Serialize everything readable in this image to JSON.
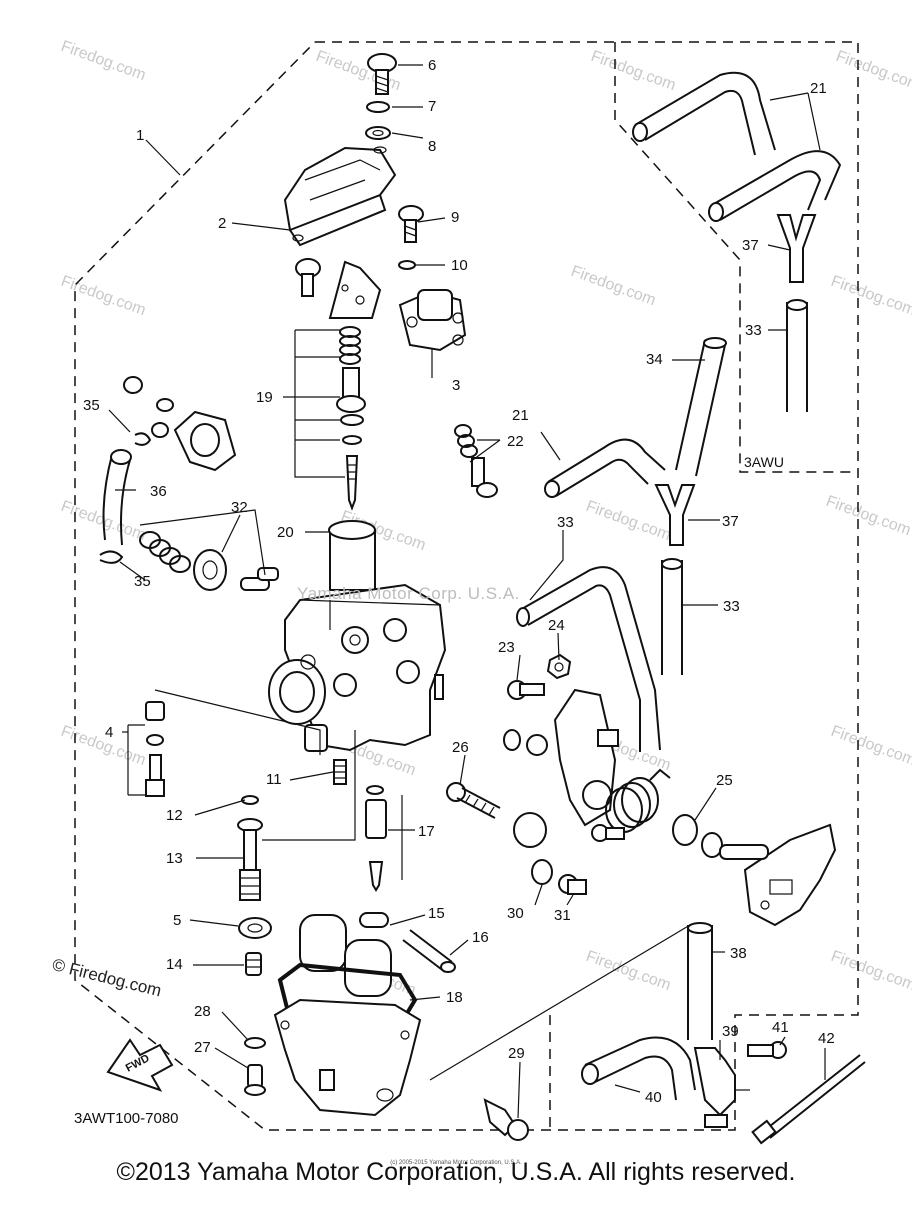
{
  "diagram": {
    "title_code": "3AWT100-7080",
    "inset_label": "3AWU",
    "fwd_label": "FWD",
    "watermark": "Firedog.com",
    "firedog_mark": "© Firedog.com",
    "center_watermark": "Yamaha Motor Corp. U.S.A.",
    "footer": "©2013 Yamaha Motor Corporation, U.S.A. All rights reserved.",
    "footer_small": "(c) 2005-2015 Yamaha Motor Corporation, U.S.A.",
    "callouts": [
      "1",
      "2",
      "3",
      "4",
      "5",
      "6",
      "7",
      "8",
      "9",
      "10",
      "11",
      "12",
      "13",
      "14",
      "15",
      "16",
      "17",
      "18",
      "19",
      "20",
      "21",
      "21",
      "22",
      "23",
      "24",
      "25",
      "26",
      "27",
      "28",
      "29",
      "30",
      "31",
      "32",
      "33",
      "33",
      "33",
      "34",
      "35",
      "35",
      "36",
      "37",
      "37",
      "38",
      "39",
      "40",
      "41",
      "42"
    ]
  }
}
